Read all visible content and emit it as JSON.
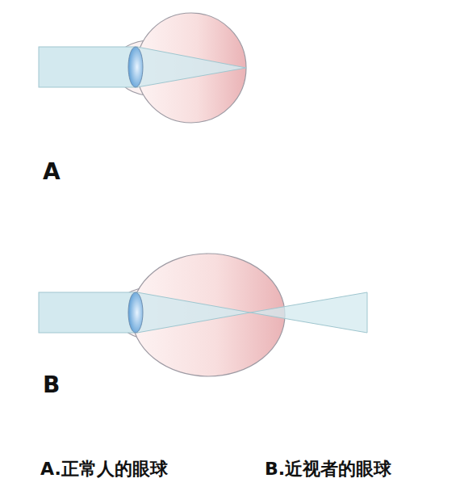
{
  "diagram": {
    "labels": [
      "A",
      "B",
      "A.正常人的眼球",
      "B.近视者的眼球"
    ]
  }
}
